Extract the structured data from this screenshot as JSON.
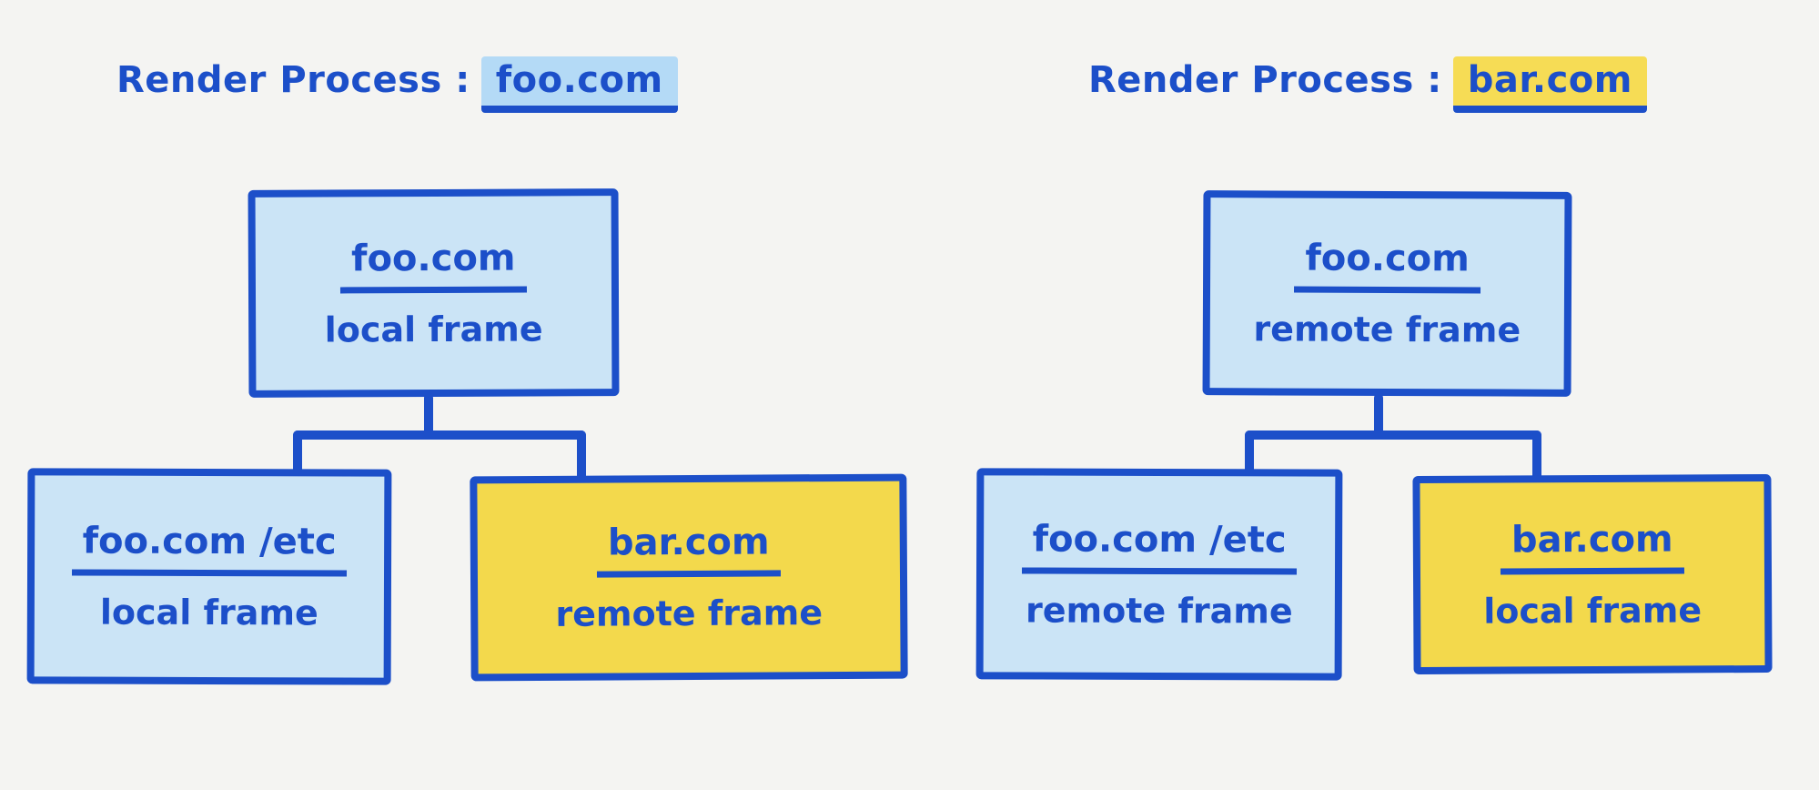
{
  "background_color": "#f4f4f2",
  "colors": {
    "stroke_blue": "#1c4fc9",
    "fill_blue": "#cbe4f6",
    "fill_yellow": "#f3d94c",
    "hl_blue": "#b4daf6",
    "hl_yellow": "#f6dc55",
    "bg": "#f4f4f2"
  },
  "diagrams": [
    {
      "title_prefix": "Render Process :",
      "title_domain": "foo.com",
      "title_highlight": "blue",
      "root": {
        "domain": "foo.com",
        "frame_type": "local frame",
        "fill": "blue"
      },
      "children": [
        {
          "domain": "foo.com /etc",
          "frame_type": "local frame",
          "fill": "blue"
        },
        {
          "domain": "bar.com",
          "frame_type": "remote frame",
          "fill": "yellow"
        }
      ]
    },
    {
      "title_prefix": "Render Process :",
      "title_domain": "bar.com",
      "title_highlight": "yellow",
      "root": {
        "domain": "foo.com",
        "frame_type": "remote frame",
        "fill": "blue"
      },
      "children": [
        {
          "domain": "foo.com /etc",
          "frame_type": "remote frame",
          "fill": "blue"
        },
        {
          "domain": "bar.com",
          "frame_type": "local frame",
          "fill": "yellow"
        }
      ]
    }
  ]
}
